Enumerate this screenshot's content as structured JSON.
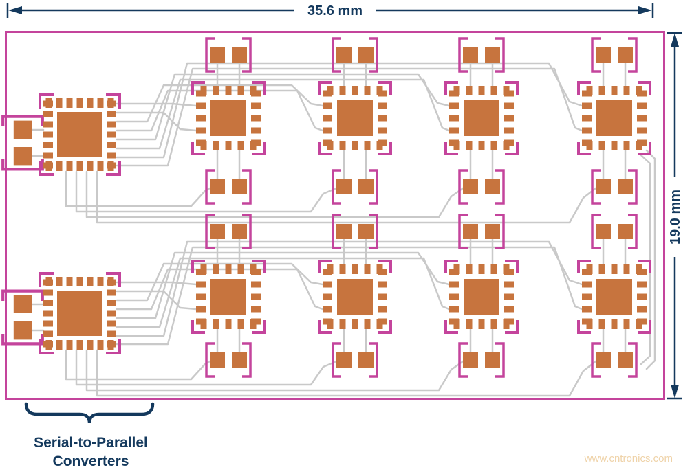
{
  "dimensions": {
    "width_label": "35.6 mm",
    "height_label": "19.0 mm"
  },
  "annotation": {
    "line1": "Serial-to-Parallel",
    "line2": "Converters"
  },
  "watermark": "www.cntronics.com",
  "board": {
    "large_chip_count": 2,
    "small_chip_count": 8,
    "passive_count": 16,
    "connector_count": 2
  },
  "colors": {
    "board_outline": "#C4449C",
    "copper": "#C7743E",
    "trace": "#C9C9C9",
    "dimension_text": "#14395D",
    "watermark_text": "#EFD3A9"
  }
}
